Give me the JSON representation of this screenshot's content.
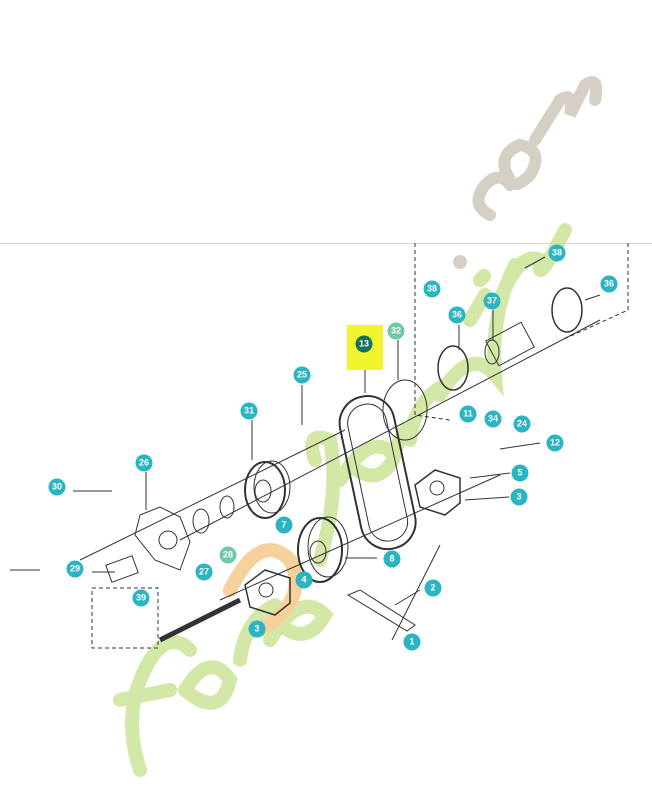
{
  "diagram": {
    "highlighted_part": "13",
    "callouts": [
      "38",
      "38",
      "36",
      "37",
      "36",
      "13",
      "32",
      "11",
      "34",
      "24",
      "12",
      "5",
      "3",
      "25",
      "31",
      "26",
      "30",
      "29",
      "27",
      "28",
      "7",
      "8",
      "4",
      "2",
      "39",
      "3",
      "1"
    ]
  },
  "watermark": {
    "text": "forêtjardin.com",
    "colors": {
      "green": "#c5e08a",
      "orange": "#f5c27a",
      "gray": "#c9bfb3"
    }
  },
  "colors": {
    "callout": "#2bb5c3",
    "highlight": "#eef20a",
    "highlight_callout": "#16705e"
  }
}
